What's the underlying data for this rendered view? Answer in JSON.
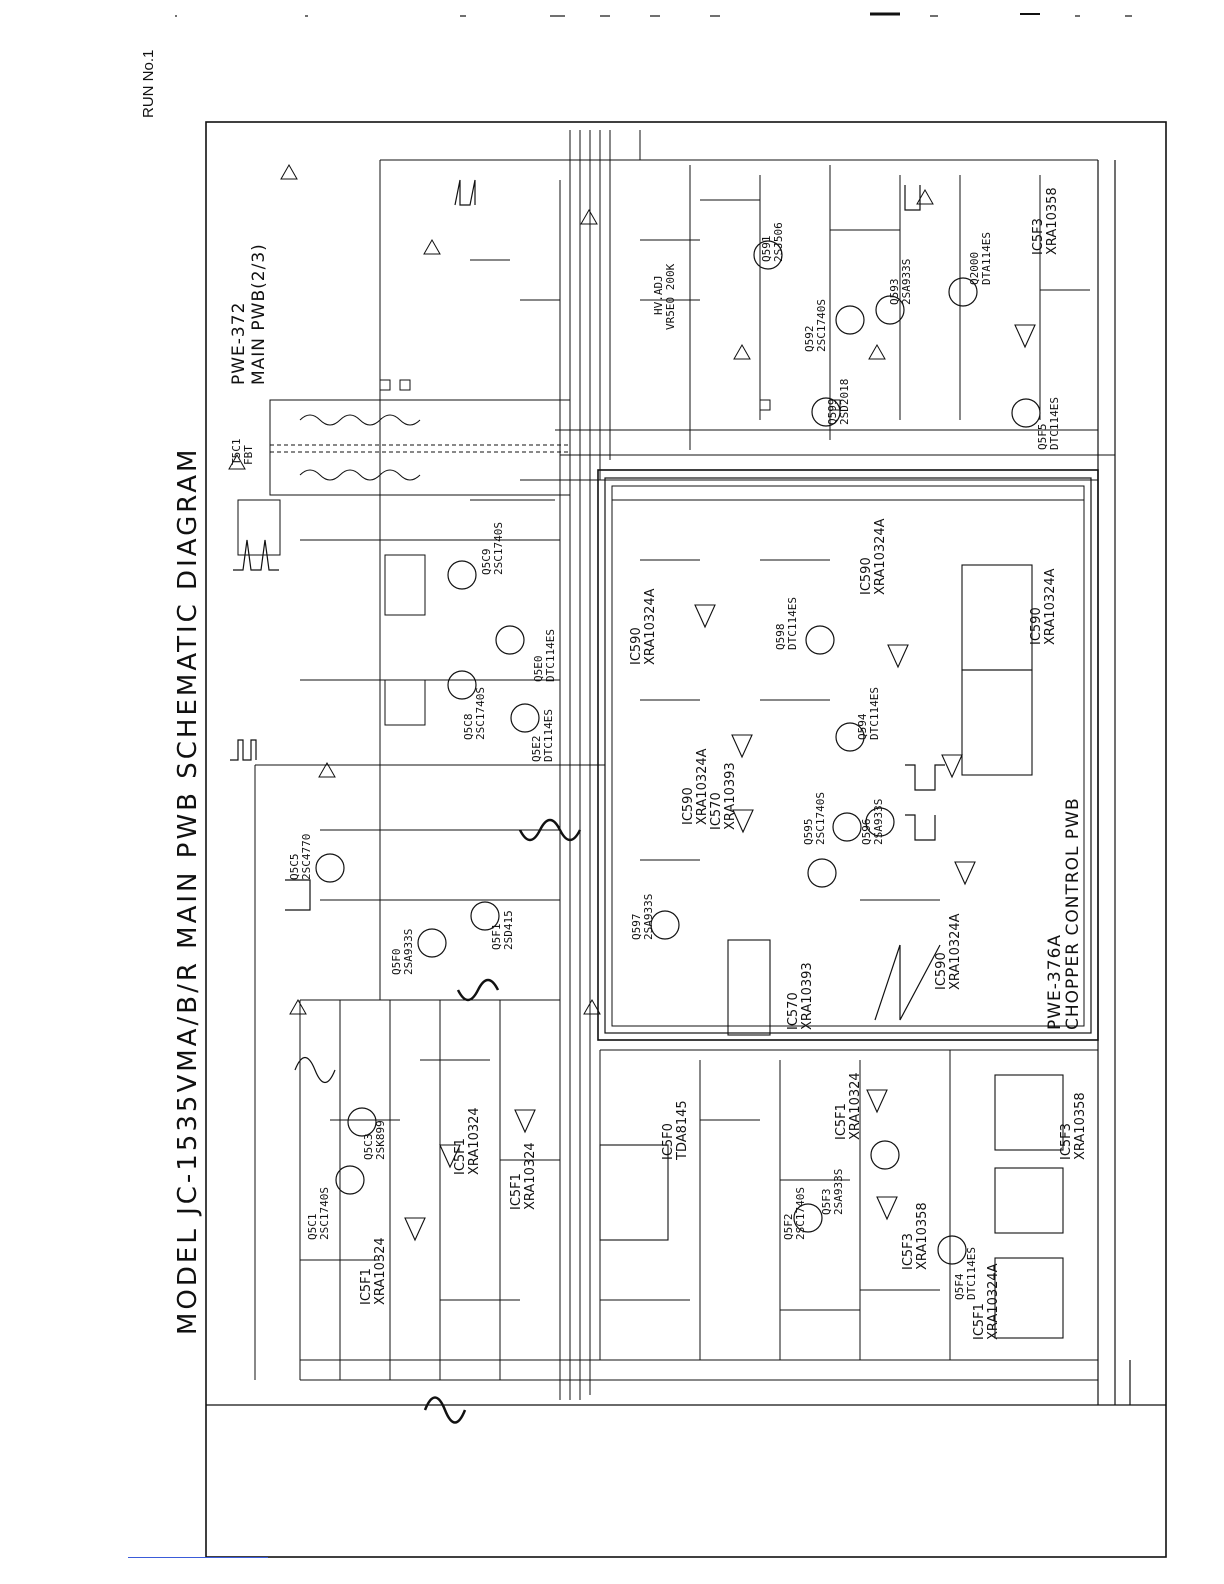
{
  "header": {
    "run_no": "RUN No.1"
  },
  "diagram": {
    "title": "MODEL JC-1535VMA/B/R MAIN PWB SCHEMATIC DIAGRAM",
    "boards": {
      "main": {
        "code": "PWE-372",
        "name": "MAIN PWB(2/3)"
      },
      "chopper": {
        "code": "PWE-376A",
        "name": "CHOPPER CONTROL PWB"
      }
    },
    "components": {
      "t5c1": {
        "ref": "T5C1",
        "type": "FBT"
      },
      "q5c1": {
        "ref": "Q5C1",
        "part": "2SC1740S"
      },
      "q5c3": {
        "ref": "Q5C3",
        "part": "2SK899"
      },
      "q5c5": {
        "ref": "Q5C5",
        "part": "2SC4770"
      },
      "q5c8": {
        "ref": "Q5C8",
        "part": "2SC1740S"
      },
      "q5c9": {
        "ref": "Q5C9",
        "part": "2SC1740S"
      },
      "q5e0": {
        "ref": "Q5E0",
        "part": "DTC114ES"
      },
      "q5e2": {
        "ref": "Q5E2",
        "part": "DTC114ES"
      },
      "q5f0": {
        "ref": "Q5F0",
        "part": "2SA933S"
      },
      "q5f1": {
        "ref": "Q5F1",
        "part": "2SD415"
      },
      "q5f2": {
        "ref": "Q5F2",
        "part": "2SC1740S"
      },
      "q5f3": {
        "ref": "Q5F3",
        "part": "2SA933S"
      },
      "q5f4": {
        "ref": "Q5F4",
        "part": "DTC114ES"
      },
      "q5f5": {
        "ref": "Q5F5",
        "part": "DTC114ES"
      },
      "q591": {
        "ref": "Q591",
        "part": "2SJ506"
      },
      "q592": {
        "ref": "Q592",
        "part": "2SC1740S"
      },
      "q593": {
        "ref": "Q593",
        "part": "2SA933S"
      },
      "q594": {
        "ref": "Q594",
        "part": "DTC114ES"
      },
      "q595": {
        "ref": "Q595",
        "part": "2SC1740S"
      },
      "q596": {
        "ref": "Q596",
        "part": "2SA933S"
      },
      "q597": {
        "ref": "Q597",
        "part": "2SA933S"
      },
      "q598": {
        "ref": "Q598",
        "part": "DTC114ES"
      },
      "q599": {
        "ref": "Q599",
        "part": "2SD2018"
      },
      "q2000": {
        "ref": "Q2000",
        "part": "DTA114ES"
      },
      "ic5f0": {
        "ref": "IC5F0",
        "part": "TDA8145"
      },
      "ic5f1_a": {
        "ref": "IC5F1",
        "part": "XRA10324"
      },
      "ic5f1_b": {
        "ref": "IC5F1",
        "part": "XRA10324"
      },
      "ic5f1_c": {
        "ref": "IC5F1",
        "part": "XRA10324"
      },
      "ic5f1_d": {
        "ref": "IC5F1",
        "part": "XRA10324"
      },
      "ic5f1_pkg": {
        "ref": "IC5F1",
        "part": "XRA10324A"
      },
      "ic5f3_a": {
        "ref": "IC5F3",
        "part": "XRA10358"
      },
      "ic5f3_b": {
        "ref": "IC5F3",
        "part": "XRA10358"
      },
      "ic5f3_c": {
        "ref": "IC5F3",
        "part": "XRA10358"
      },
      "ic570_a": {
        "ref": "IC570",
        "part": "XRA10393"
      },
      "ic570_b": {
        "ref": "IC570",
        "part": "XRA10393"
      },
      "ic590_a": {
        "ref": "IC590",
        "part": "XRA10324A"
      },
      "ic590_b": {
        "ref": "IC590",
        "part": "XRA10324A"
      },
      "ic590_c": {
        "ref": "IC590",
        "part": "XRA10324A"
      },
      "ic590_d": {
        "ref": "IC590",
        "part": "XRA10324A"
      },
      "ic590_e": {
        "ref": "IC590",
        "part": "XRA10324A"
      },
      "vr": {
        "ref": "HV.ADJ",
        "part": "VR5E0 200K"
      }
    }
  },
  "colors": {
    "ink": "#111111",
    "paper": "#ffffff",
    "rule": "#3a5bd9"
  }
}
